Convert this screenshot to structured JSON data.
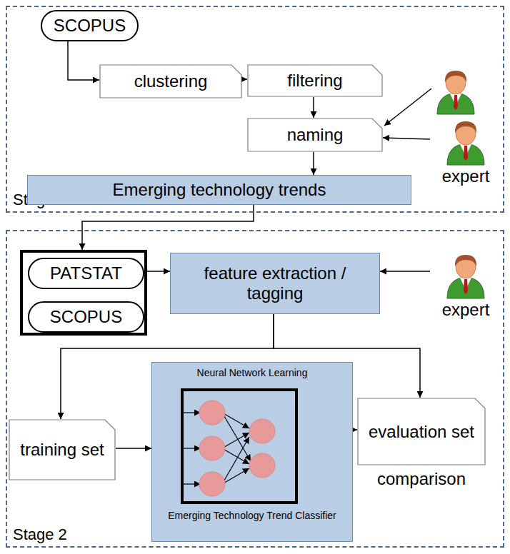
{
  "diagram": {
    "nodes": [
      {
        "text": [
          "Stage 1"
        ]
      },
      {
        "text": [
          "SCOPUS"
        ],
        "in": 0
      },
      {
        "text": [
          "clustering"
        ],
        "in": 0
      },
      {
        "text": [
          "filtering"
        ],
        "in": 0
      },
      {
        "text": [
          "naming"
        ],
        "in": 0
      },
      {
        "text": [
          "Emerging technology trends"
        ],
        "in": 0
      },
      {
        "text": [
          "expert"
        ],
        "in": 0
      },
      {
        "text": [
          "Stage 2"
        ]
      },
      {
        "text": [],
        "in": 7
      },
      {
        "text": [
          "PATSTAT"
        ],
        "in": 8
      },
      {
        "text": [
          "SCOPUS"
        ],
        "in": 8
      },
      {
        "text": [
          "feature extraction / tagging"
        ],
        "in": 7
      },
      {
        "text": [
          "expert"
        ],
        "in": 7
      },
      {
        "text": [
          "Neural Network Learning",
          "Emerging Technology Trend Classifier"
        ],
        "in": 7
      },
      {
        "text": [
          "training set"
        ],
        "in": 7
      },
      {
        "text": [
          "evaluation set",
          "comparison"
        ],
        "in": 7
      }
    ],
    "edges": [
      {
        "from": 1,
        "to": 2,
        "arrow": "to"
      },
      {
        "from": 2,
        "to": 3,
        "arrow": "to"
      },
      {
        "from": 3,
        "to": 4,
        "arrow": "to"
      },
      {
        "from": 6,
        "to": 4,
        "arrow": "to"
      },
      {
        "from": 4,
        "to": 5,
        "arrow": "to"
      },
      {
        "from": 5,
        "to": 8,
        "arrow": "to"
      },
      {
        "from": 8,
        "to": 11,
        "arrow": "to"
      },
      {
        "from": 12,
        "to": 11,
        "arrow": "to"
      },
      {
        "from": 11,
        "to": 14,
        "arrow": "to"
      },
      {
        "from": 11,
        "to": 15,
        "arrow": "to"
      },
      {
        "from": 14,
        "to": 13,
        "arrow": "to"
      },
      {
        "from": 13,
        "to": 15,
        "arrow": "to"
      }
    ]
  }
}
